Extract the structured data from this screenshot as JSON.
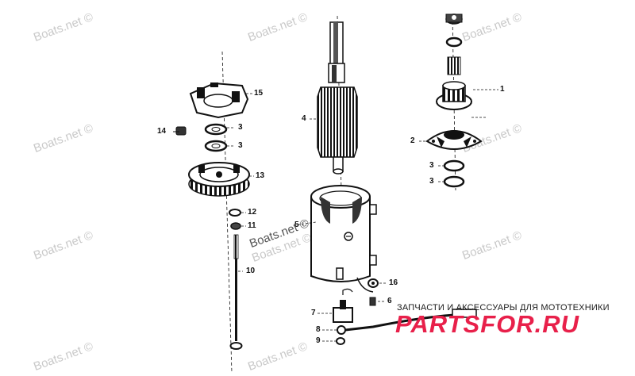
{
  "diagram": {
    "description_parts": {
      "callouts": [
        "1",
        "2",
        "3",
        "3",
        "3",
        "3",
        "4",
        "5",
        "6",
        "7",
        "8",
        "9",
        "10",
        "11",
        "12",
        "13",
        "14",
        "15",
        "16"
      ]
    },
    "watermarks": [
      "Boats.net ©",
      "Boats.net ©",
      "Boats.net ©",
      "Boats.net ©",
      "Boats.net ©",
      "Boats.net ©",
      "Boats.net ©",
      "Boats.net ©",
      "Boats.net ©",
      "Boats.net ©"
    ],
    "center_watermark": "Boats.net ©",
    "brand_subtitle": "ЗАПЧАСТИ И АКСЕССУАРЫ ДЛЯ МОТОТЕХНИКИ",
    "brand_logo": "PARTSFOR.RU",
    "colors": {
      "line": "#111111",
      "watermark": "#c9c9c9",
      "brand_red": "#e8204a"
    }
  }
}
